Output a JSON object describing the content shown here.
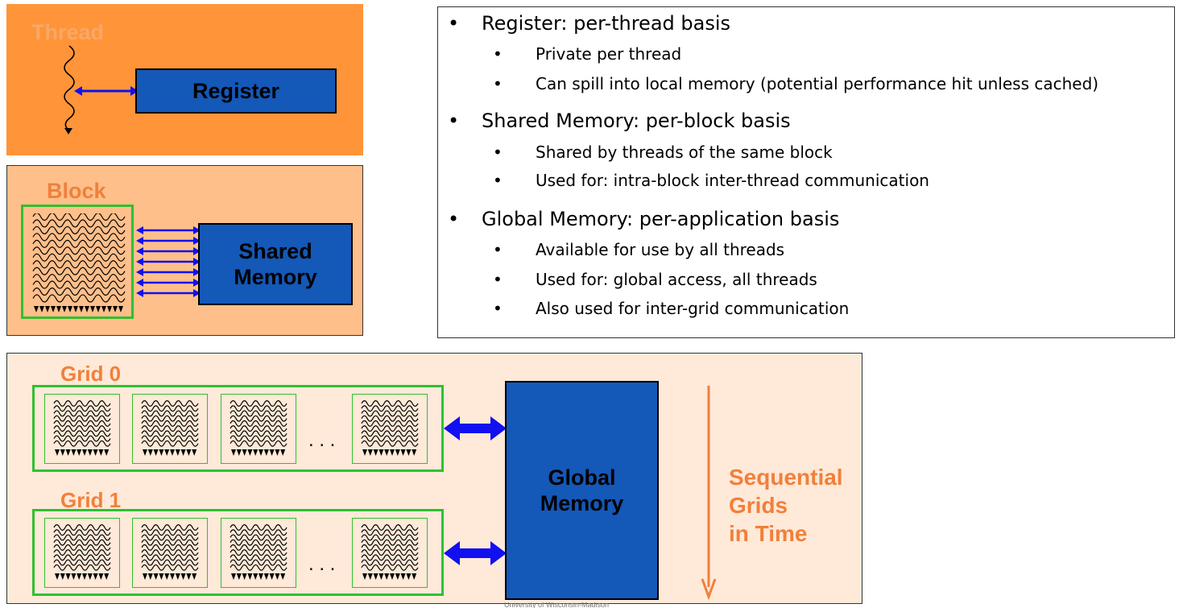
{
  "thread_panel": {
    "title": "Thread",
    "register_label": "Register"
  },
  "block_panel": {
    "title": "Block",
    "shared_label_line1": "Shared",
    "shared_label_line2": "Memory"
  },
  "grid_panel": {
    "grid0_label": "Grid 0",
    "grid1_label": "Grid 1",
    "ellipsis": ". . .",
    "global_label_line1": "Global",
    "global_label_line2": "Memory",
    "sequential_line1": "Sequential",
    "sequential_line2": "Grids",
    "sequential_line3": "in Time"
  },
  "bullets": [
    {
      "text": "Register: per-thread basis",
      "sub": [
        "Private per thread",
        "Can spill into local memory (potential performance hit unless cached)"
      ]
    },
    {
      "text": "Shared Memory:  per-block basis",
      "sub": [
        "Shared by threads of the same block",
        "Used for: intra-block inter-thread communication"
      ]
    },
    {
      "text": "Global Memory: per-application basis",
      "sub": [
        "Available for use by all threads",
        "Used for: global access, all threads",
        "Also used for inter-grid communication"
      ]
    }
  ],
  "bullet_symbol": "•",
  "footer_text": "University of Wisconsin-Madison",
  "colors": {
    "thread_bg": "#FF9438",
    "block_bg": "#FFBF8A",
    "grid_bg": "#FFE9D8",
    "memory_blue": "#1458B8",
    "arrow_blue": "#1010F0",
    "green": "#30C030",
    "orange_text": "#F0803C"
  }
}
